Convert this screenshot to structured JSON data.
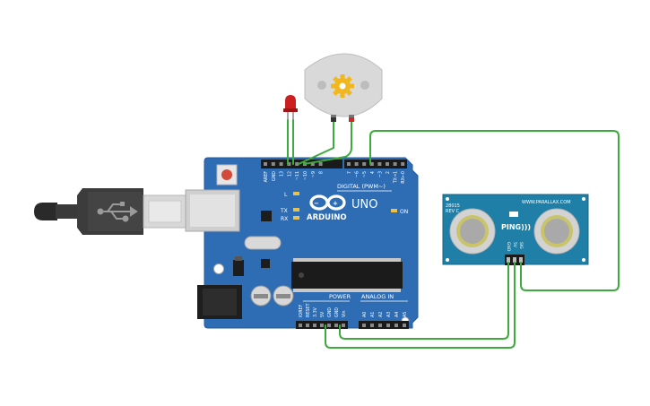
{
  "board": {
    "brand": "ARDUINO",
    "model": "UNO",
    "digital_header": "DIGITAL (PWM~)",
    "power_header": "POWER",
    "analog_header": "ANALOG IN",
    "led_l": "L",
    "led_tx": "TX",
    "led_rx": "RX",
    "led_on": "ON",
    "top_pins": [
      "AREF",
      "GND",
      "13",
      "12",
      "~11",
      "~10",
      "~9",
      "8",
      "7",
      "~6",
      "~5",
      "4",
      "~3",
      "2",
      "TX→1",
      "RX←0"
    ],
    "power_pins": [
      "IOREF",
      "RESET",
      "3.3V",
      "5V",
      "GND",
      "GND",
      "Vin"
    ],
    "analog_pins": [
      "A0",
      "A1",
      "A2",
      "A3",
      "A4",
      "A5"
    ],
    "colors": {
      "pcb": "#2e6db4",
      "header": "#1a1a1a"
    }
  },
  "sensor": {
    "model_line": "28015",
    "rev_line": "REV C",
    "url": "WWW.PARALLAX.COM",
    "name": "PING)))",
    "pin_labels": [
      "GND",
      "5V",
      "SIG"
    ],
    "color": "#1f7fa6"
  },
  "motor": {
    "icon": "gear-icon",
    "color": "#d9d9d9"
  },
  "led": {
    "color": "#cc1f1f"
  },
  "usb": {
    "icon": "usb-icon"
  },
  "wires": {
    "color": "#3daa3d",
    "motor_lead_red": "#cc2a2a",
    "motor_lead_black": "#333333"
  }
}
